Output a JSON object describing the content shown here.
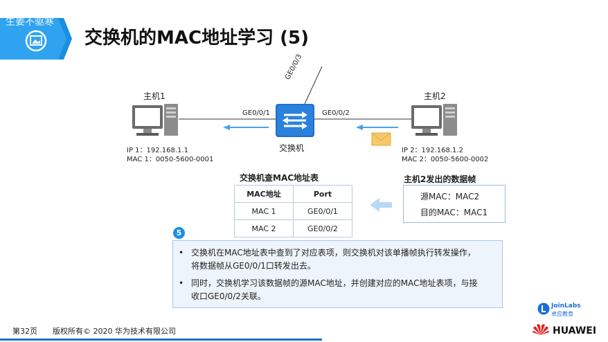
{
  "header": {
    "watermark": "生姜不驱寒",
    "title": "交换机的MAC地址学习 (5)"
  },
  "diagram": {
    "host1": {
      "label": "主机1",
      "ip": "IP 1：192.168.1.1",
      "mac": "MAC 1：0050-5600-0001"
    },
    "host2": {
      "label": "主机2",
      "ip": "IP 2：192.168.1.2",
      "mac": "MAC 2：0050-5600-0002"
    },
    "switch_label": "交换机",
    "ports": {
      "left": "GE0/0/1",
      "right": "GE0/0/2",
      "top": "GE0/0/3"
    }
  },
  "mac_table": {
    "title": "交换机查MAC地址表",
    "headers": [
      "MAC地址",
      "Port"
    ],
    "rows": [
      [
        "MAC 1",
        "GE0/0/1"
      ],
      [
        "MAC 2",
        "GE0/0/2"
      ]
    ]
  },
  "frame": {
    "title": "主机2发出的数据帧",
    "src": "源MAC：MAC2",
    "dst": "目的MAC：MAC1"
  },
  "step_number": "5",
  "notes": [
    {
      "line1": "交换机在MAC地址表中查到了对应表项，则交换机对该单播帧执行转发操作，",
      "line2": "将数据帧从GE0/0/1口转发出去。"
    },
    {
      "line1": "同时，交换机学习该数据帧的源MAC地址，并创建对应的MAC地址表项，与接",
      "line2": "收口GE0/0/2关联。"
    }
  ],
  "footer": {
    "page": "第32页",
    "copyright": "版权所有© 2020 华为技术有限公司",
    "joinlabs_top": "JoinLabs",
    "joinlabs_bottom": "卓应教育",
    "brand": "HUAWEI"
  },
  "colors": {
    "accent": "#1a8fe0",
    "switch": "#1f6fc9",
    "arrow": "#4aa3e6",
    "envelope": "#f5c96a"
  }
}
